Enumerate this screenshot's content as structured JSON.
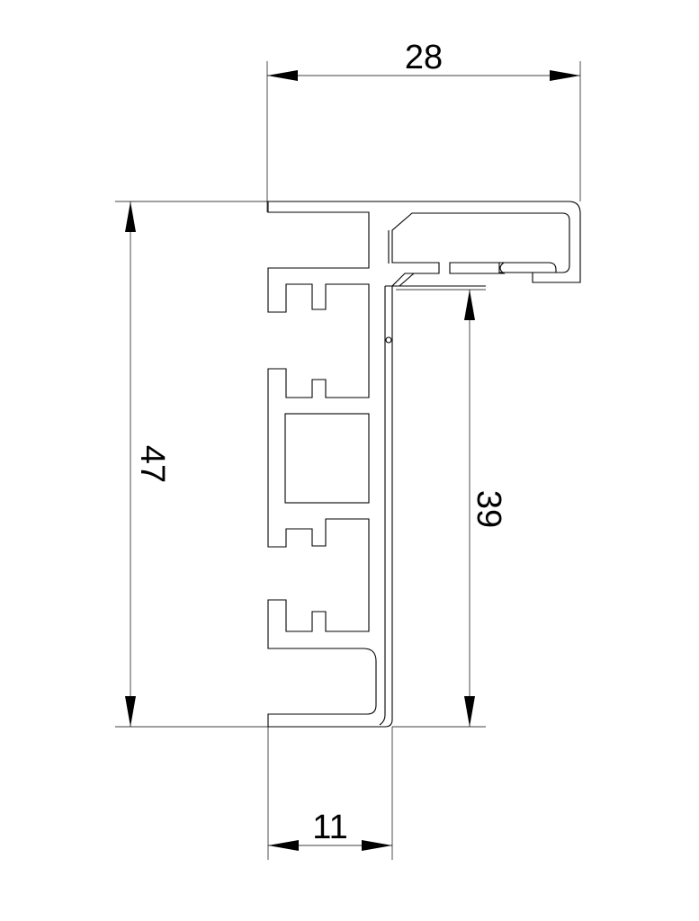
{
  "dimensions": {
    "width_top": "28",
    "height_left": "47",
    "height_right": "39",
    "width_bottom": "11"
  },
  "colors": {
    "background": "#ffffff",
    "line": "#000000"
  }
}
